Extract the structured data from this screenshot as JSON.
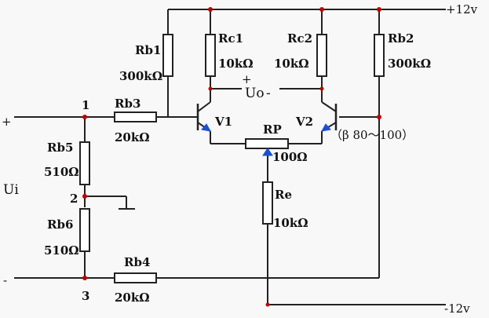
{
  "supply": {
    "pos": "+12v",
    "neg": "-12v"
  },
  "input": {
    "plus": "+",
    "minus": "-",
    "name": "Ui"
  },
  "nodes": {
    "n1": "1",
    "n2": "2",
    "n3": "3"
  },
  "resistors": {
    "rb1": {
      "name": "Rb1",
      "value": "300kΩ"
    },
    "rc1": {
      "name": "Rc1",
      "value": "10kΩ"
    },
    "rc2": {
      "name": "Rc2",
      "value": "10kΩ"
    },
    "rb2": {
      "name": "Rb2",
      "value": "300kΩ"
    },
    "rb3": {
      "name": "Rb3",
      "value": "20kΩ"
    },
    "rb5": {
      "name": "Rb5",
      "value": "510Ω"
    },
    "rb6": {
      "name": "Rb6",
      "value": "510Ω"
    },
    "rb4": {
      "name": "Rb4",
      "value": "20kΩ"
    },
    "rp": {
      "name": "RP",
      "value": "100Ω"
    },
    "re": {
      "name": "Re",
      "value": "10kΩ"
    }
  },
  "transistors": {
    "v1": "V1",
    "v2": "V2",
    "beta": "（β  80～100）"
  },
  "output": {
    "name": "Uo",
    "plus": "+",
    "minus": "-"
  },
  "colors": {
    "wire": "#222222",
    "node_dot": "#c00000",
    "emitter_arrow": "#1a4fd6"
  }
}
